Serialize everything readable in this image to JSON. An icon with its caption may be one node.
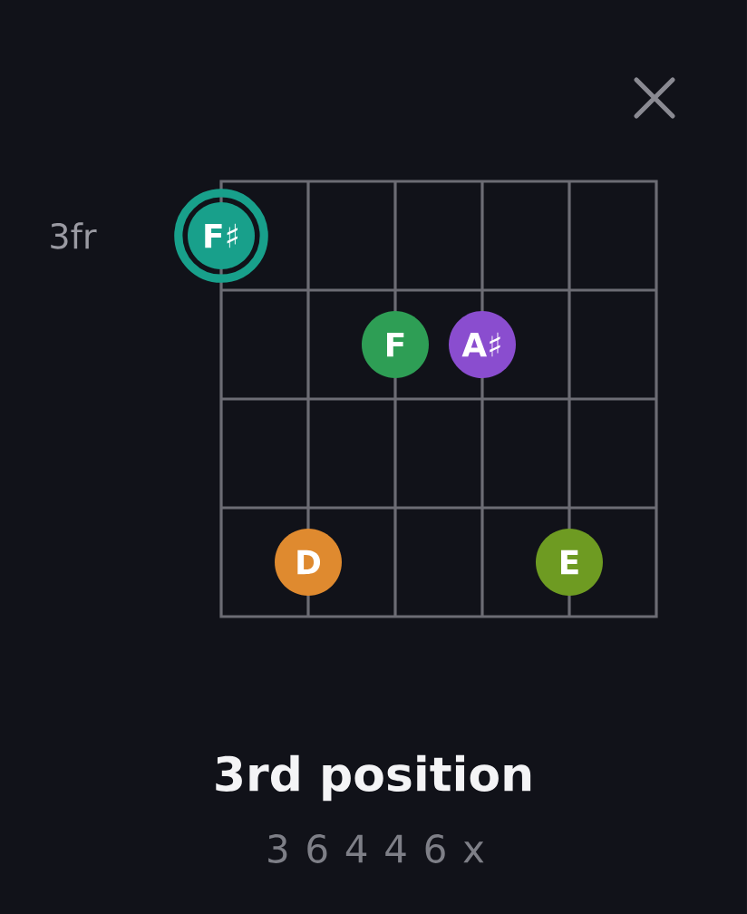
{
  "diagram": {
    "title": "3rd position",
    "nodes": [
      {
        "text": [
          "F♯"
        ]
      },
      {
        "text": [
          "F"
        ]
      },
      {
        "text": [
          "A♯"
        ]
      },
      {
        "text": [
          "D"
        ]
      },
      {
        "text": [
          "E"
        ]
      }
    ],
    "labels": [
      "3fr",
      "3 6 4 4 6 x"
    ]
  }
}
